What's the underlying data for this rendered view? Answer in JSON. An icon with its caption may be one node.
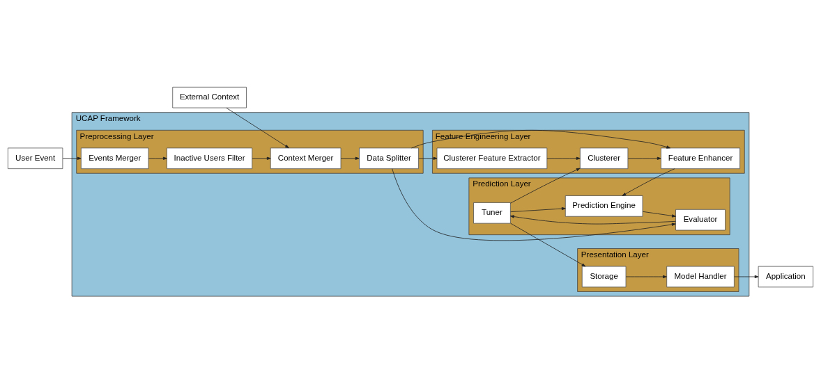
{
  "diagram": {
    "nodes": [
      {
        "text": [
          "UCAP Framework"
        ]
      },
      {
        "text": [
          "Preprocessing Layer"
        ],
        "in": 0
      },
      {
        "text": [
          "Feature Engineering Layer"
        ],
        "in": 0
      },
      {
        "text": [
          "Prediction Layer"
        ],
        "in": 0
      },
      {
        "text": [
          "Presentation Layer"
        ],
        "in": 0
      },
      {
        "text": [
          "User Event"
        ]
      },
      {
        "text": [
          "External Context"
        ]
      },
      {
        "text": [
          "Events Merger"
        ],
        "in": 1
      },
      {
        "text": [
          "Inactive Users Filter"
        ],
        "in": 1
      },
      {
        "text": [
          "Context Merger"
        ],
        "in": 1
      },
      {
        "text": [
          "Data Splitter"
        ],
        "in": 1
      },
      {
        "text": [
          "Clusterer Feature Extractor"
        ],
        "in": 2
      },
      {
        "text": [
          "Clusterer"
        ],
        "in": 2
      },
      {
        "text": [
          "Feature Enhancer"
        ],
        "in": 2
      },
      {
        "text": [
          "Tuner"
        ],
        "in": 3
      },
      {
        "text": [
          "Evaluator"
        ],
        "in": 3
      },
      {
        "text": [
          "Prediction Engine"
        ],
        "in": 3
      },
      {
        "text": [
          "Storage"
        ],
        "in": 4
      },
      {
        "text": [
          "Model Handler"
        ],
        "in": 4
      },
      {
        "text": [
          "Application"
        ]
      }
    ],
    "edges": [
      {
        "from": 5,
        "to": 7,
        "arrow": "to"
      },
      {
        "from": 6,
        "to": 9,
        "arrow": "to"
      },
      {
        "from": 7,
        "to": 8,
        "arrow": "to"
      },
      {
        "from": 8,
        "to": 9,
        "arrow": "to"
      },
      {
        "from": 9,
        "to": 10,
        "arrow": "to"
      },
      {
        "from": 10,
        "to": 11,
        "arrow": "to"
      },
      {
        "from": 10,
        "to": 13,
        "arrow": "to"
      },
      {
        "from": 10,
        "to": 15,
        "arrow": "to"
      },
      {
        "from": 11,
        "to": 12,
        "arrow": "to"
      },
      {
        "from": 12,
        "to": 13,
        "arrow": "to"
      },
      {
        "from": 13,
        "to": 16,
        "arrow": "to"
      },
      {
        "from": 16,
        "to": 15,
        "arrow": "to"
      },
      {
        "from": 15,
        "to": 14,
        "arrow": "to"
      },
      {
        "from": 14,
        "to": 12,
        "arrow": "to"
      },
      {
        "from": 14,
        "to": 16,
        "arrow": "to"
      },
      {
        "from": 14,
        "to": 17,
        "arrow": "to"
      },
      {
        "from": 17,
        "to": 18,
        "arrow": "to"
      },
      {
        "from": 18,
        "to": 19,
        "arrow": "to"
      }
    ]
  }
}
